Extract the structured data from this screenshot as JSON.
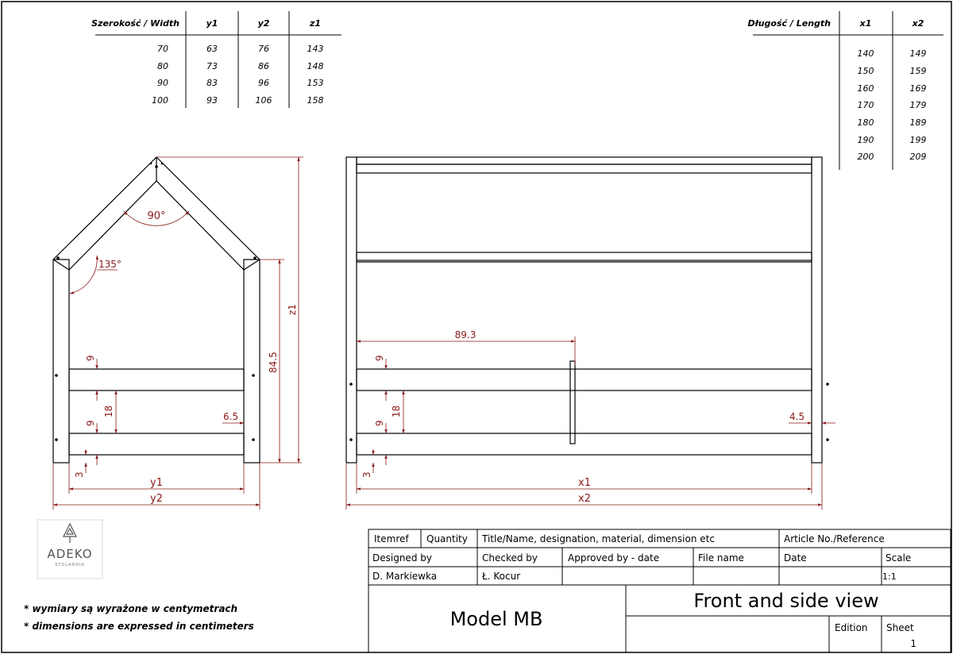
{
  "width_table": {
    "headers": [
      "Szerokość / Width",
      "y1",
      "y2",
      "z1"
    ],
    "rows": [
      [
        "70",
        "63",
        "76",
        "143"
      ],
      [
        "80",
        "73",
        "86",
        "148"
      ],
      [
        "90",
        "83",
        "96",
        "153"
      ],
      [
        "100",
        "93",
        "106",
        "158"
      ]
    ]
  },
  "length_table": {
    "headers": [
      "Długość / Length",
      "x1",
      "x2"
    ],
    "rows": [
      [
        "140",
        "149"
      ],
      [
        "150",
        "159"
      ],
      [
        "160",
        "169"
      ],
      [
        "170",
        "179"
      ],
      [
        "180",
        "189"
      ],
      [
        "190",
        "199"
      ],
      [
        "200",
        "209"
      ]
    ]
  },
  "side_view": {
    "angle_top": "90°",
    "angle_side": "135°",
    "dim_9_upper": "9",
    "dim_18": "18",
    "dim_9_lower": "9",
    "dim_3": "3",
    "dim_6_5": "6.5",
    "dim_84_5": "84.5",
    "dim_z1": "z1",
    "dim_y1": "y1",
    "dim_y2": "y2"
  },
  "front_view": {
    "dim_89_3": "89.3",
    "dim_9_upper": "9",
    "dim_18": "18",
    "dim_9_lower": "9",
    "dim_3": "3",
    "dim_4_5": "4.5",
    "dim_x1": "x1",
    "dim_x2": "x2"
  },
  "logo": {
    "name": "ADEKO",
    "sub": "STOLARNIA"
  },
  "notes": [
    "* wymiary są wyrażone w centymetrach",
    "* dimensions are expressed in centimeters"
  ],
  "title_block": {
    "itemref": "Itemref",
    "quantity": "Quantity",
    "title_name": "Title/Name, designation, material, dimension etc",
    "article": "Article No./Reference",
    "designed_by_label": "Designed by",
    "designed_by": "D. Markiewka",
    "checked_by_label": "Checked by",
    "checked_by": "Ł. Kocur",
    "approved_label": "Approved by - date",
    "file_name_label": "File name",
    "date_label": "Date",
    "scale_label": "Scale",
    "scale": "1:1",
    "model": "Model MB",
    "view_title": "Front and side view",
    "edition_label": "Edition",
    "sheet_label": "Sheet",
    "sheet": "1"
  },
  "colors": {
    "line": "#000000",
    "dimension": "#8b1a1a"
  }
}
